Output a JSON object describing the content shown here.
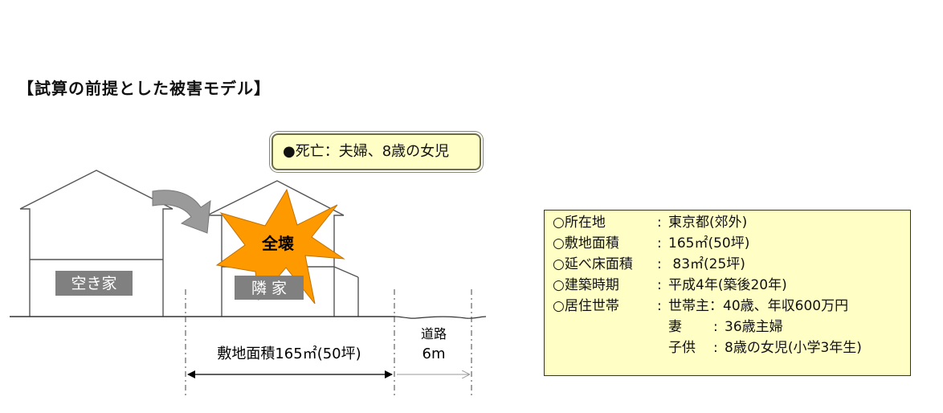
{
  "title": "【試算の前提とした被害モデル】",
  "death_label": "●死亡：夫婦、8歳の女児",
  "houses": {
    "vacant": "空き家",
    "neighbor": "隣 家"
  },
  "collapse_label": "全壊",
  "dimensions": {
    "lot": "敷地面積165㎡(50坪)",
    "road_label": "道路",
    "road_width": "6m"
  },
  "info": {
    "rows": [
      {
        "key": "○所在地",
        "value": "東京都(郊外)"
      },
      {
        "key": "○敷地面積",
        "value": "165㎡(50坪)"
      },
      {
        "key": "○延べ床面積",
        "value": " 83㎡(25坪)"
      },
      {
        "key": "○建築時期",
        "value": "平成4年(築後20年)"
      },
      {
        "key": "○居住世帯",
        "value": "世帯主：40歳、年収600万円"
      }
    ],
    "household": [
      {
        "role": "妻",
        "value": "36歳主婦"
      },
      {
        "role": "子供",
        "value": "8歳の女児(小学3年生)"
      }
    ]
  },
  "colors": {
    "box_fill": "#fffec4",
    "star_fill": "#ff9900",
    "label_fill": "#808080",
    "arrow_fill": "#9a9a9a"
  }
}
